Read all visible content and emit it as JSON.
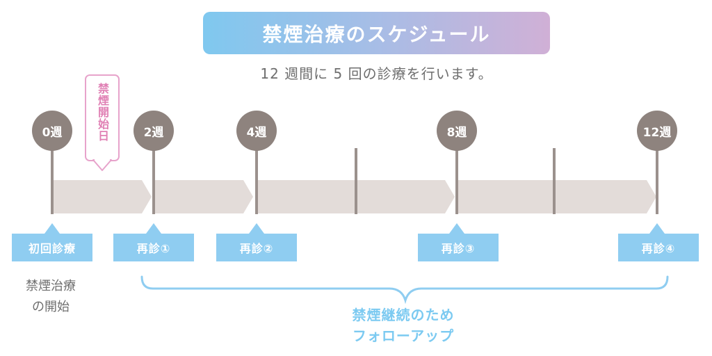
{
  "title": "禁煙治療のスケジュール",
  "subtitle": "12 週間に 5 回の診療を行います。",
  "start_tag": "禁煙開始日",
  "weeks": [
    "0週",
    "2週",
    "4週",
    "8週",
    "12週"
  ],
  "visits": [
    "初回診療",
    "再診①",
    "再診②",
    "再診③",
    "再診④"
  ],
  "initial_note_line1": "禁煙治療",
  "initial_note_line2": "の開始",
  "followup_line1": "禁煙継続のため",
  "followup_line2": "フォローアップ",
  "colors": {
    "title_gradient": [
      "#7fc8ef",
      "#d0b0d6"
    ],
    "marker": "#8e837e",
    "arrow": "#e3dcd9",
    "visit_label": "#8fcdf1",
    "start_tag": "#e7a3cb",
    "followup": "#7ccaf1"
  }
}
